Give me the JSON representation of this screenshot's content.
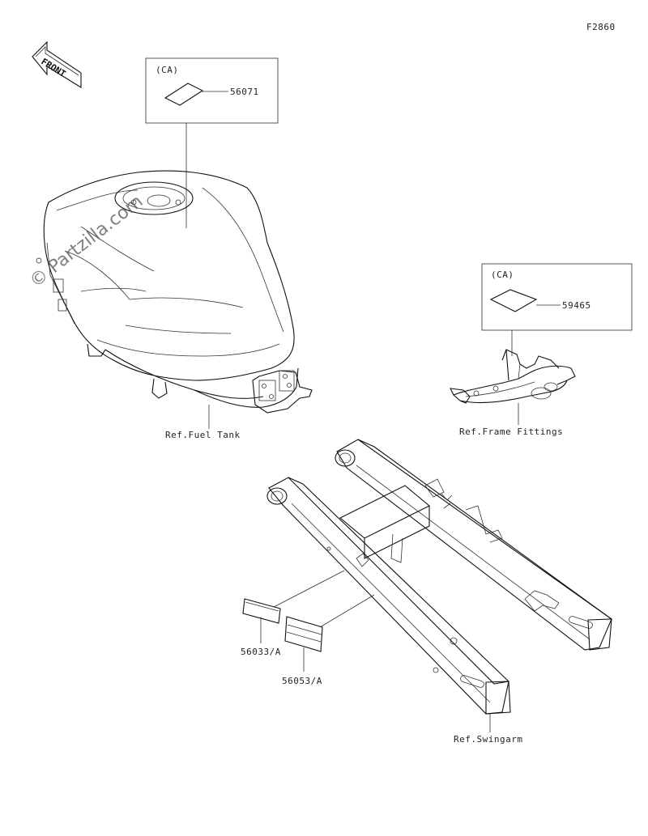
{
  "figure_code": "F2860",
  "front_arrow": {
    "text": "FRONT",
    "icon": "front-arrow-icon"
  },
  "watermark": "© Partzilla.com",
  "callouts": {
    "tank_label": {
      "variant": "(CA)",
      "part": "56071"
    },
    "frame_label": {
      "variant": "(CA)",
      "part": "59465"
    },
    "swingarm_label_1": "56033/A",
    "swingarm_label_2": "56053/A"
  },
  "references": {
    "fuel_tank": "Ref.Fuel Tank",
    "frame_fittings": "Ref.Frame Fittings",
    "swingarm": "Ref.Swingarm"
  }
}
